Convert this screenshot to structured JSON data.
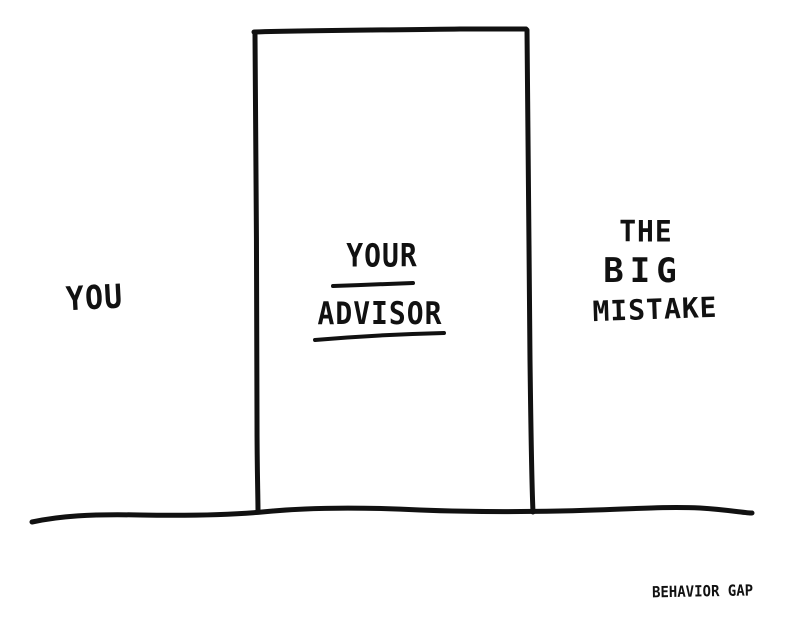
{
  "diagram": {
    "labels": {
      "left": "You",
      "middle_line1": "Your",
      "middle_line2": "Advisor",
      "right_line1": "The",
      "right_line2": "Big",
      "right_line3": "Mistake"
    },
    "signature": "Behavior Gap",
    "colors": {
      "ink": "#111111",
      "background": "#ffffff"
    },
    "elements": {
      "box": "tall rectangle standing on ground line, labeled Your Advisor",
      "ground": "wavy horizontal ground line"
    }
  }
}
